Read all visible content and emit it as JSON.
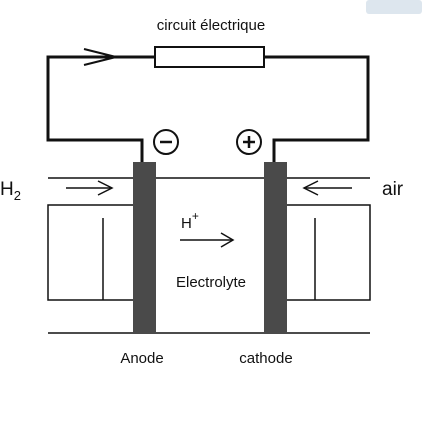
{
  "labels": {
    "circuit": "circuit électrique",
    "h2_base": "H",
    "h2_sub": "2",
    "air": "air",
    "h_plus_base": "H",
    "h_plus_sup": "+",
    "electrolyte": "Electrolyte",
    "anode": "Anode",
    "cathode": "cathode",
    "minus": "−",
    "plus": "+"
  },
  "colors": {
    "line": "#111111",
    "electrode": "#4a4a4a",
    "corner_tab": "#dde6ee"
  }
}
